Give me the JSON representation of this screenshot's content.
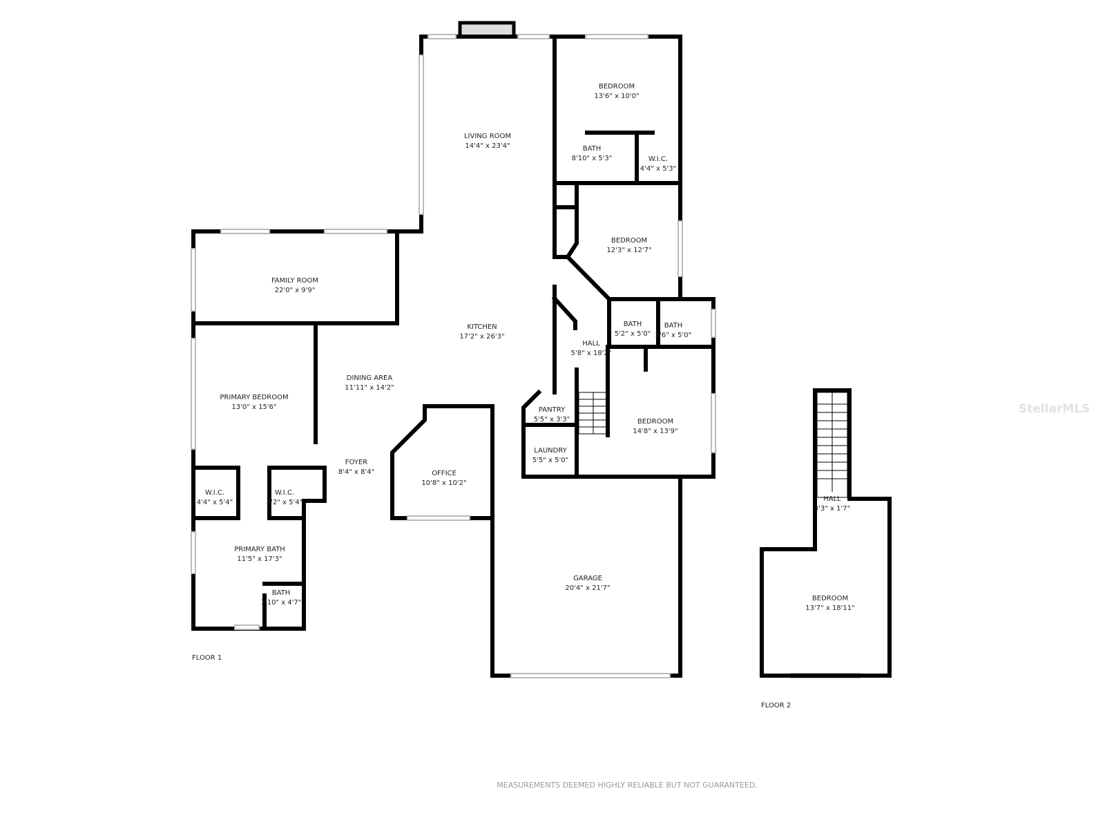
{
  "rooms": {
    "living_room": {
      "name": "LIVING ROOM",
      "size": "14'4\" x 23'4\""
    },
    "bedroom_ne": {
      "name": "BEDROOM",
      "size": "13'6\" x 10'0\""
    },
    "bath_ne": {
      "name": "BATH",
      "size": "8'10\" x 5'3\""
    },
    "wic_ne": {
      "name": "W.I.C.",
      "size": "4'4\" x 5'3\""
    },
    "bedroom_e": {
      "name": "BEDROOM",
      "size": "12'3\" x 12'7\""
    },
    "family_room": {
      "name": "FAMILY ROOM",
      "size": "22'0\" x 9'9\""
    },
    "kitchen": {
      "name": "KITCHEN",
      "size": "17'2\" x 26'3\""
    },
    "bath_a": {
      "name": "BATH",
      "size": "5'2\" x 5'0\""
    },
    "bath_b": {
      "name": "BATH",
      "size": "5'6\" x 5'0\""
    },
    "hall": {
      "name": "HALL",
      "size": "5'8\" x 18'2\""
    },
    "dining_area": {
      "name": "DINING AREA",
      "size": "11'11\" x 14'2\""
    },
    "primary_bedroom": {
      "name": "PRIMARY BEDROOM",
      "size": "13'0\" x 15'6\""
    },
    "pantry": {
      "name": "PANTRY",
      "size": "5'5\" x 3'3\""
    },
    "bedroom_se": {
      "name": "BEDROOM",
      "size": "14'8\" x 13'9\""
    },
    "laundry": {
      "name": "LAUNDRY",
      "size": "5'5\" x 5'0\""
    },
    "foyer": {
      "name": "FOYER",
      "size": "8'4\" x 8'4\""
    },
    "office": {
      "name": "OFFICE",
      "size": "10'8\" x 10'2\""
    },
    "wic_a": {
      "name": "W.I.C.",
      "size": "4'4\" x 5'4\""
    },
    "wic_b": {
      "name": "W.I.C.",
      "size": "3'2\" x 5'4\""
    },
    "primary_bath": {
      "name": "PRIMARY BATH",
      "size": "11'5\" x 17'3\""
    },
    "bath_small": {
      "name": "BATH",
      "size": "3'10\" x 4'7\""
    },
    "garage": {
      "name": "GARAGE",
      "size": "20'4\" x 21'7\""
    },
    "hall_2": {
      "name": "HALL",
      "size": "3'3\" x 1'7\""
    },
    "bedroom_2": {
      "name": "BEDROOM",
      "size": "13'7\" x 18'11\""
    }
  },
  "floor1_label": "FLOOR 1",
  "floor2_label": "FLOOR 2",
  "disclaimer": "MEASUREMENTS DEEMED HIGHLY RELIABLE BUT NOT GUARANTEED.",
  "watermark": "StellarMLS"
}
